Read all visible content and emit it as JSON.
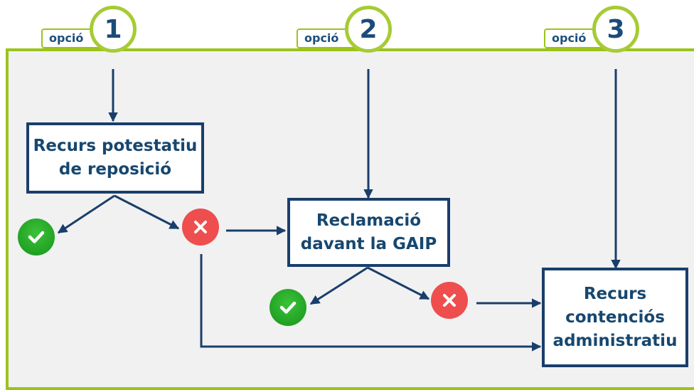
{
  "options": [
    {
      "tab_label": "opció",
      "number": "1"
    },
    {
      "tab_label": "opció",
      "number": "2"
    },
    {
      "tab_label": "opció",
      "number": "3"
    }
  ],
  "boxes": {
    "reposicio": [
      "Recurs potestatiu",
      "de reposició"
    ],
    "gaip": [
      "Reclamació",
      "davant la GAIP"
    ],
    "contencios": [
      "Recurs",
      "contenciós",
      "administratiu"
    ]
  },
  "colors": {
    "accent_green": "#9cc31b",
    "navy": "#1a3e6b",
    "panel_bg": "#f1f1f2",
    "ok_green": "#22a821",
    "ko_red": "#ee4e4e"
  },
  "icons": {
    "ok": "check-icon",
    "ko": "x-icon"
  }
}
